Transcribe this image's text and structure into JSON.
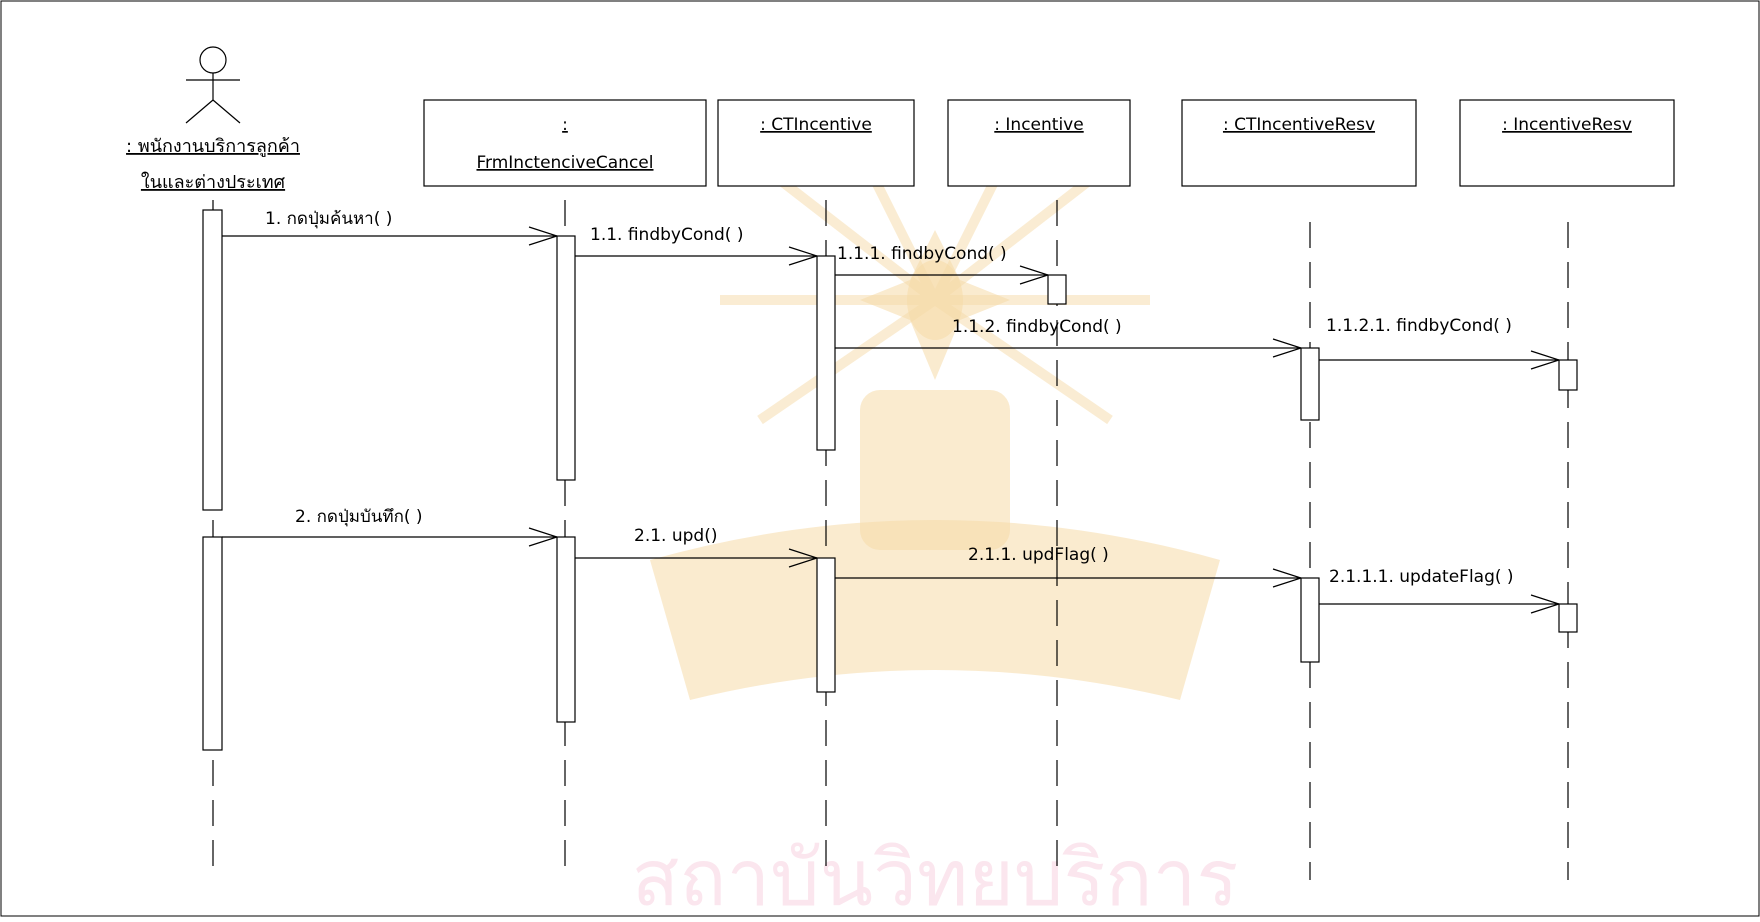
{
  "actor": {
    "label_line1": ": พนักงานบริการลูกค้า",
    "label_line2": "ในและต่างประเทศ"
  },
  "objects": [
    {
      "id": "frm",
      "line1": ":",
      "line2": "FrmInctenciveCancel"
    },
    {
      "id": "ct",
      "line1": ": CTIncentive",
      "line2": ""
    },
    {
      "id": "inc",
      "line1": ": Incentive",
      "line2": ""
    },
    {
      "id": "ctr",
      "line1": ": CTIncentiveResv",
      "line2": ""
    },
    {
      "id": "ir",
      "line1": ": IncentiveResv",
      "line2": ""
    }
  ],
  "messages": [
    {
      "label": "1. กดปุ่มค้นหา( )"
    },
    {
      "label": "1.1. findbyCond( )"
    },
    {
      "label": "1.1.1. findbyCond( )"
    },
    {
      "label": "1.1.2. findbyCond( )"
    },
    {
      "label": "1.1.2.1. findbyCond( )"
    },
    {
      "label": "2. กดปุ่มบันทึก( )"
    },
    {
      "label": "2.1. upd()"
    },
    {
      "label": "2.1.1. updFlag( )"
    },
    {
      "label": "2.1.1.1. updateFlag( )"
    }
  ],
  "watermark": {
    "text": "สถาบันวิทยบริการ"
  }
}
